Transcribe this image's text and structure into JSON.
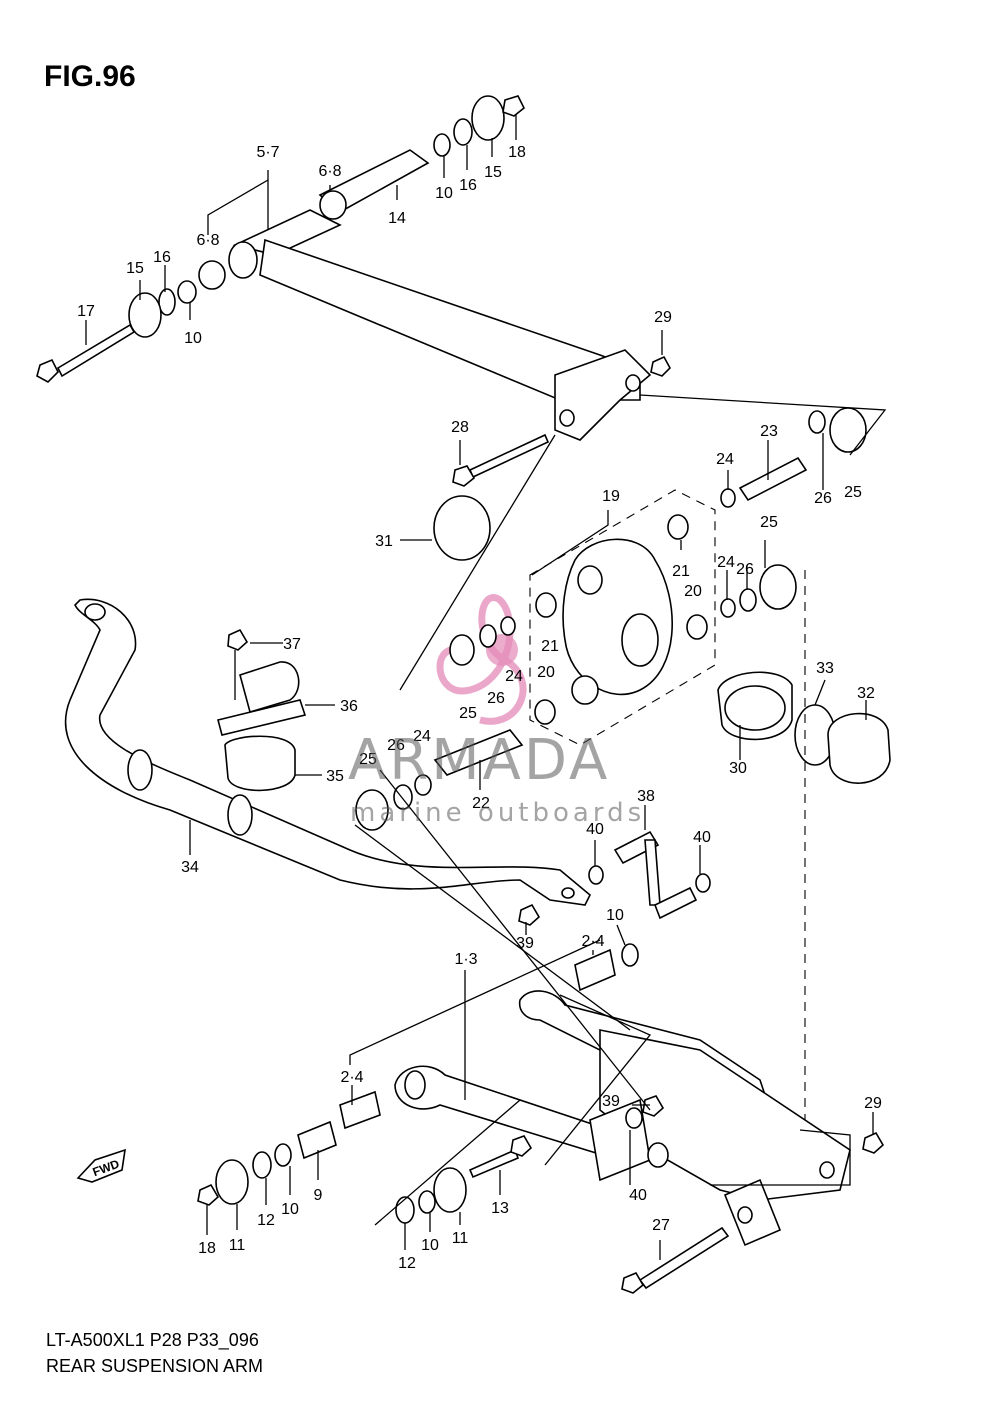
{
  "figure": {
    "title": "FIG.96"
  },
  "footer": {
    "model_code": "LT-A500XL1 P28 P33_096",
    "diagram_name": "REAR SUSPENSION ARM"
  },
  "watermark": {
    "brand": "ARMADA",
    "tagline": "marine outboards",
    "logo_color": "#e48ab8",
    "text_color": "#5a5a5a"
  },
  "direction_badge": {
    "label": "FWD"
  },
  "callouts": [
    "1·3",
    "2·4",
    "2·4",
    "5·7",
    "6·8",
    "6·8",
    "9",
    "10",
    "10",
    "10",
    "10",
    "10",
    "11",
    "11",
    "12",
    "12",
    "13",
    "14",
    "15",
    "15",
    "16",
    "16",
    "17",
    "18",
    "18",
    "19",
    "20",
    "20",
    "21",
    "21",
    "22",
    "23",
    "24",
    "24",
    "24",
    "24",
    "25",
    "25",
    "25",
    "25",
    "26",
    "26",
    "26",
    "26",
    "27",
    "28",
    "29",
    "29",
    "30",
    "31",
    "32",
    "33",
    "34",
    "35",
    "36",
    "37",
    "38",
    "39",
    "39",
    "40",
    "40",
    "40"
  ]
}
